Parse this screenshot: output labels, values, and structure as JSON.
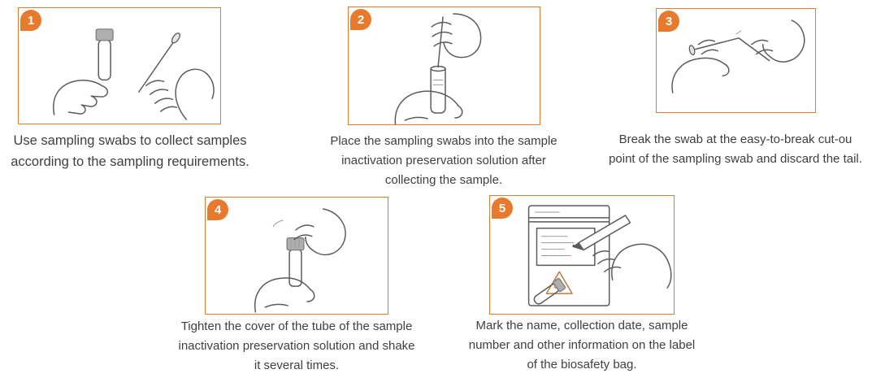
{
  "colors": {
    "accent": "#E87A2E",
    "text": "#3F3F3F",
    "sketch": "#5B5B5B"
  },
  "steps": [
    {
      "number": "1",
      "illustration": "hands-collecting-sample-with-swab-and-tube",
      "caption": [
        "Use sampling swabs to collect samples",
        "according to the sampling requirements."
      ]
    },
    {
      "number": "2",
      "illustration": "hand-inserting-swab-into-tube",
      "caption": [
        "Place the sampling swabs into the sample",
        "inactivation preservation solution after",
        "collecting the sample."
      ]
    },
    {
      "number": "3",
      "illustration": "hands-breaking-swab-at-cut-point",
      "caption": [
        "Break the swab at the easy-to-break cut-ou",
        "point of the sampling swab and discard the tail."
      ]
    },
    {
      "number": "4",
      "illustration": "hands-tightening-tube-cover",
      "caption": [
        "Tighten the cover of the tube of the sample",
        "inactivation preservation solution and shake",
        "it several times."
      ]
    },
    {
      "number": "5",
      "illustration": "hand-writing-on-biosafety-bag-label",
      "caption": [
        "Mark the name, collection date, sample",
        "number and other information on the label",
        "of the biosafety bag."
      ]
    }
  ]
}
